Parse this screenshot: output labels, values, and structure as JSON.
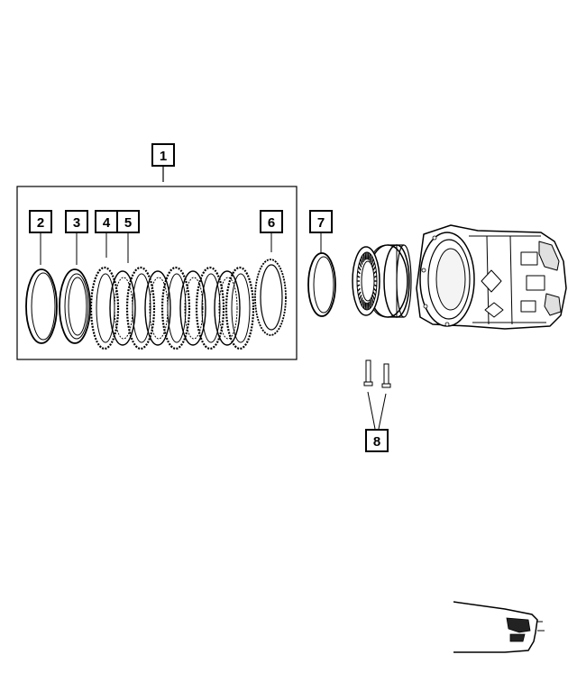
{
  "callouts": [
    {
      "id": "1",
      "label": "1"
    },
    {
      "id": "2",
      "label": "2"
    },
    {
      "id": "3",
      "label": "3"
    },
    {
      "id": "4",
      "label": "4"
    },
    {
      "id": "5",
      "label": "5"
    },
    {
      "id": "6",
      "label": "6"
    },
    {
      "id": "7",
      "label": "7"
    },
    {
      "id": "8",
      "label": "8"
    }
  ],
  "parts": {
    "snap_ring": "snap-ring",
    "pressure_plate": "pressure-plate",
    "clutch_pack": "clutch-plates",
    "reaction_plate": "reaction-plate",
    "outer_snap_ring": "snap-ring",
    "clutch_hub": "clutch-hub",
    "transmission_case": "transmission-case",
    "bolts": "bolts",
    "locator_vehicle": "vehicle-locator"
  },
  "colors": {
    "line": "#000000",
    "fill": "#ffffff",
    "shade": "#cfcfcf"
  }
}
